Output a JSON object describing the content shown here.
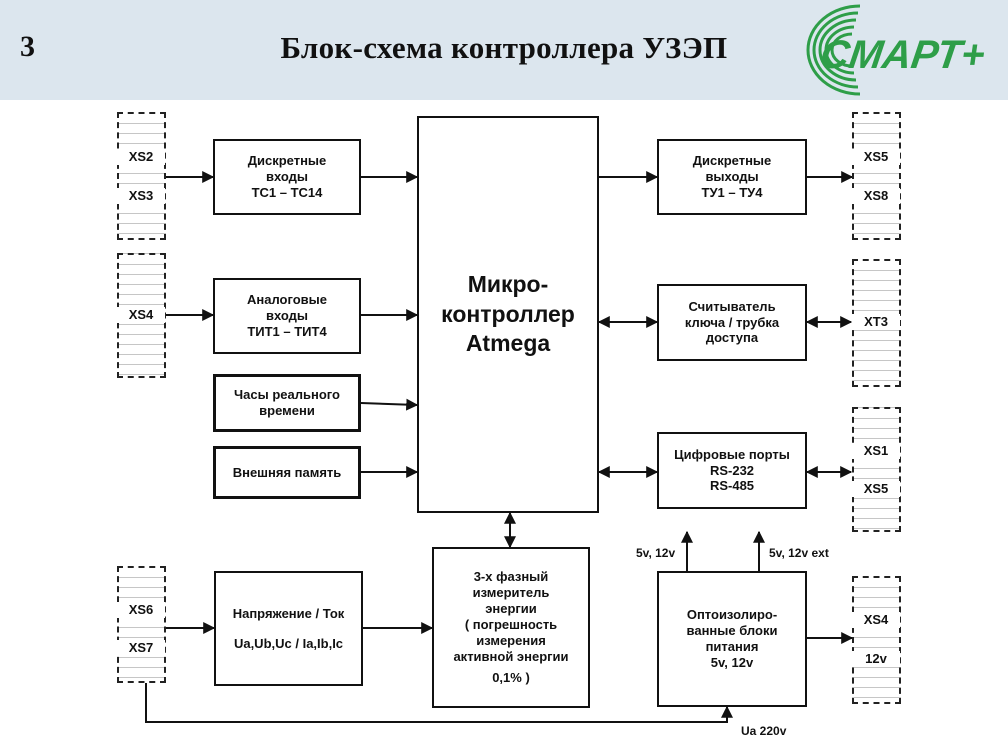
{
  "header": {
    "slide_number": "3",
    "title": "Блок-схема контроллера УЗЭП",
    "logo_text": "СМАРТ+"
  },
  "blocks": {
    "discrete_in": [
      "Дискретные",
      "входы",
      "ТС1 – ТС14"
    ],
    "analog_in": [
      "Аналоговые",
      "входы",
      "ТИТ1 – ТИТ4"
    ],
    "rtc": [
      "Часы реального",
      "времени"
    ],
    "ext_mem": [
      "Внешняя память"
    ],
    "mcu": [
      "Микро-",
      "контроллер",
      "Atmega"
    ],
    "discrete_out": [
      "Дискретные",
      "выходы",
      "ТУ1 – ТУ4"
    ],
    "key_reader": [
      "Считыватель",
      "ключа / трубка",
      "доступа"
    ],
    "digital_ports": [
      "Цифровые порты",
      "RS-232",
      "RS-485"
    ],
    "meter": [
      "3-х фазный",
      "измеритель",
      "энергии",
      "( погрешность",
      "измерения",
      "активной энергии",
      "0,1% )"
    ],
    "voltage_current": [
      "Напряжение / Ток",
      "Ua,Ub,Uc / Ia,Ib,Ic"
    ],
    "power_supply": [
      "Оптоизолиро-",
      "ванные блоки",
      "питания",
      "5v, 12v"
    ]
  },
  "connectors": {
    "xs2": "XS2",
    "xs3": "XS3",
    "xs4_left": "XS4",
    "xs6": "XS6",
    "xs7": "XS7",
    "xs5_top": "XS5",
    "xs8": "XS8",
    "xt3": "XT3",
    "xs1": "XS1",
    "xs5_mid": "XS5",
    "xs4_right": "XS4",
    "v12": "12v"
  },
  "notes": {
    "out_5v12v": "5v, 12v",
    "out_5v12v_ext": "5v, 12v ext",
    "in_ua220": "Ua 220v"
  },
  "colors": {
    "header_bg": "#dce6ee",
    "logo_green": "#2e9e48",
    "line": "#111111"
  }
}
